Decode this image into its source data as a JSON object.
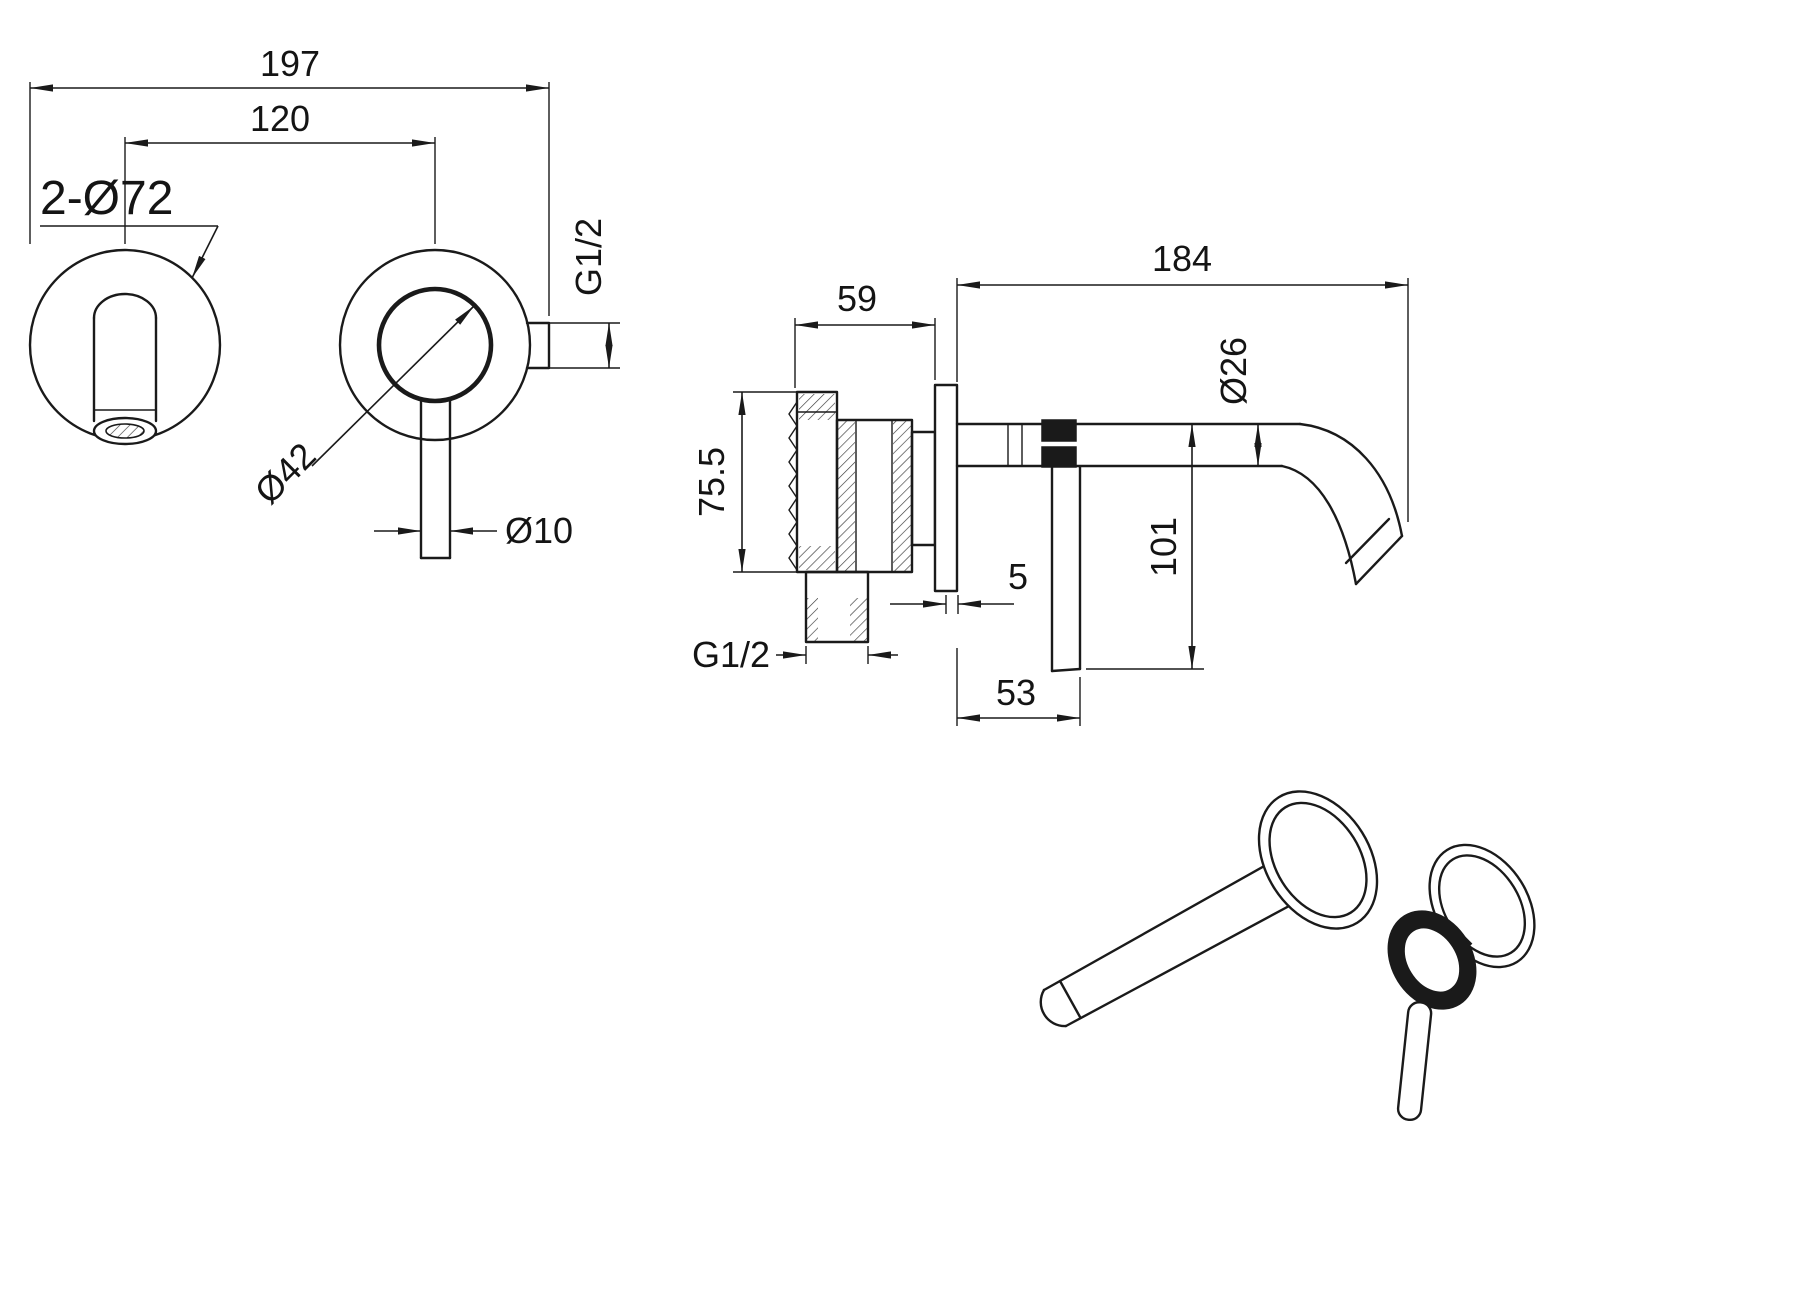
{
  "front_view": {
    "total_width": "197",
    "center_distance": "120",
    "escutcheon_diameter": "2-Ø72",
    "inlet_thread": "G1/2",
    "handle_diameter": "Ø42",
    "lever_diameter": "Ø10"
  },
  "side_view": {
    "spout_reach": "184",
    "concealed_depth": "59",
    "body_height": "75.5",
    "spout_diameter": "Ø26",
    "lever_drop": "101",
    "plate_offset": "5",
    "outlet_thread": "G1/2",
    "lever_offset": "53"
  }
}
